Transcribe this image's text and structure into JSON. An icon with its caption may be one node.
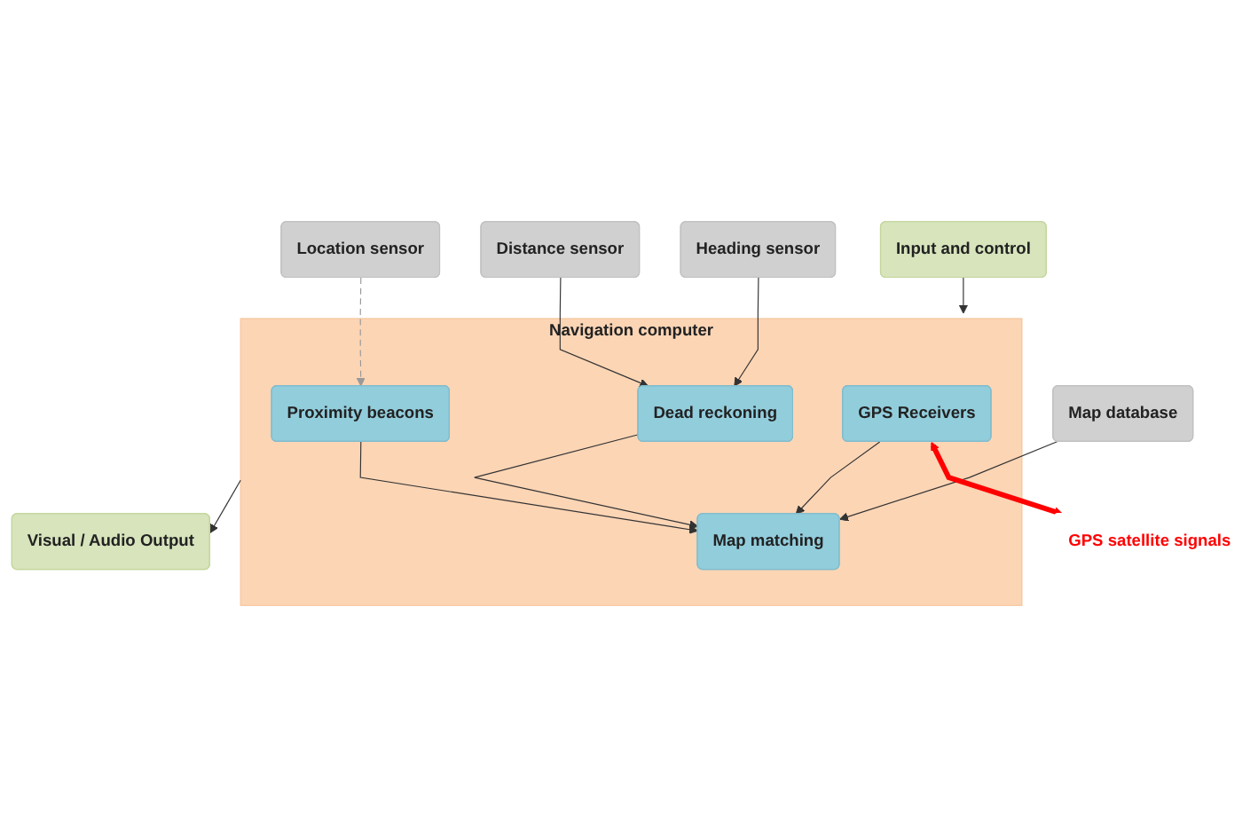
{
  "diagram": {
    "nodes": [
      {
        "text": [
          "Distance sensor"
        ]
      },
      {
        "text": [
          "Heading sensor"
        ]
      },
      {
        "text": [
          "Location sensor"
        ]
      },
      {
        "text": [
          "Navigation computer"
        ]
      },
      {
        "text": [
          "Dead reckoning"
        ],
        "in": 3
      },
      {
        "text": [
          "Proximity beacons"
        ],
        "in": 3
      },
      {
        "text": [
          "Map database"
        ]
      },
      {
        "text": [
          "Map matching"
        ],
        "in": 3
      },
      {
        "text": [
          "GPS Receivers"
        ],
        "in": 3
      },
      {
        "text": [
          "GPS satellite signals"
        ]
      },
      {
        "text": [
          "Input and control"
        ]
      },
      {
        "text": [
          "Visual / Audio Output"
        ]
      }
    ],
    "edges": [
      {
        "from": 0,
        "to": 4,
        "arrow": "to"
      },
      {
        "from": 1,
        "to": 4,
        "arrow": "to"
      },
      {
        "from": 2,
        "to": 5,
        "arrow": "to",
        "style": "dashed",
        "color": "#999999"
      },
      {
        "from": 4,
        "to": 7,
        "arrow": "to"
      },
      {
        "from": 5,
        "to": 7,
        "arrow": "to"
      },
      {
        "from": 6,
        "to": 7,
        "arrow": "to"
      },
      {
        "from": 8,
        "to": 7,
        "arrow": "to"
      },
      {
        "from": 8,
        "to": 9,
        "arrow": "both",
        "style": "thick",
        "color": "#ff0000"
      },
      {
        "from": 10,
        "to": 3,
        "arrow": "to"
      },
      {
        "from": 3,
        "to": 11,
        "arrow": "to"
      }
    ]
  }
}
